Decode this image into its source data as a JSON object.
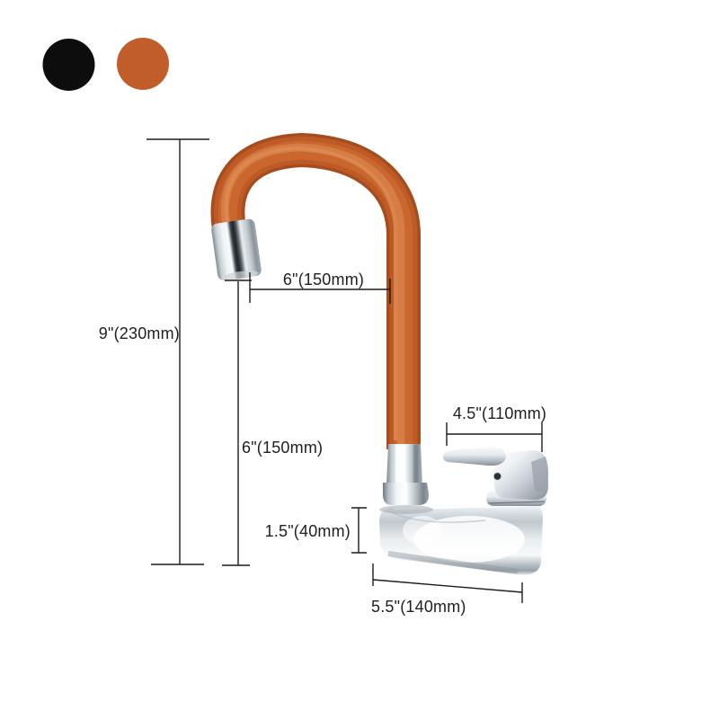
{
  "page": {
    "background": "#ffffff"
  },
  "swatches": {
    "items": [
      {
        "name": "black",
        "color": "#0d0d0d"
      },
      {
        "name": "orange",
        "color": "#c05d2b"
      }
    ]
  },
  "dimensions": {
    "overall_height": "9\"(230mm)",
    "spout_reach": "6\"(150mm)",
    "spout_height": "6\"(150mm)",
    "handle_span": "4.5\"(110mm)",
    "base_height": "1.5\"(40mm)",
    "base_width": "5.5\"(140mm)"
  },
  "colors": {
    "line": "#1c1c1c",
    "tube_edge": "#a64d1e",
    "tube_dark": "#bd5a26",
    "tube_mid": "#c9672f",
    "tube_light": "#d67e46",
    "tube_sheen": "#dd8b55"
  }
}
